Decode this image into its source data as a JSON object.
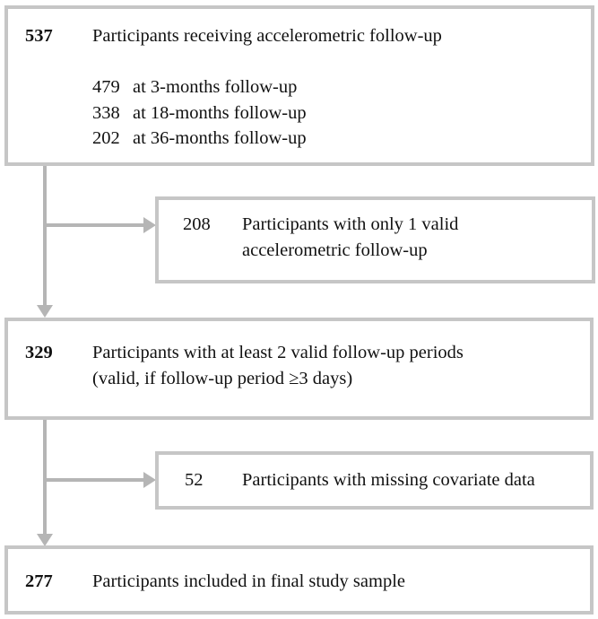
{
  "diagram": {
    "type": "participant-flow-chart",
    "accent_color": "#c6c6c6",
    "connector_color": "#b5b5b5",
    "text_color": "#111111",
    "nodes": [
      {
        "id": "enrolled",
        "count": "537",
        "count_bold": true,
        "label": "Participants receiving accelerometric follow-up",
        "sub_items": [
          {
            "count": "479",
            "label": "at 3-months follow-up"
          },
          {
            "count": "338",
            "label": "at 18-months follow-up"
          },
          {
            "count": "202",
            "label": "at 36-months follow-up"
          }
        ]
      },
      {
        "id": "excluded-one-valid",
        "count": "208",
        "count_bold": false,
        "label_line1": "Participants with only 1 valid",
        "label_line2": "accelerometric follow-up"
      },
      {
        "id": "at-least-two-valid",
        "count": "329",
        "count_bold": true,
        "label_line1": "Participants with at least 2 valid follow-up periods",
        "label_line2": "(valid, if follow-up period ≥3 days)"
      },
      {
        "id": "excluded-missing-covariates",
        "count": "52",
        "count_bold": false,
        "label": "Participants with missing covariate data"
      },
      {
        "id": "final-sample",
        "count": "277",
        "count_bold": true,
        "label": "Participants included in final study sample"
      }
    ]
  }
}
